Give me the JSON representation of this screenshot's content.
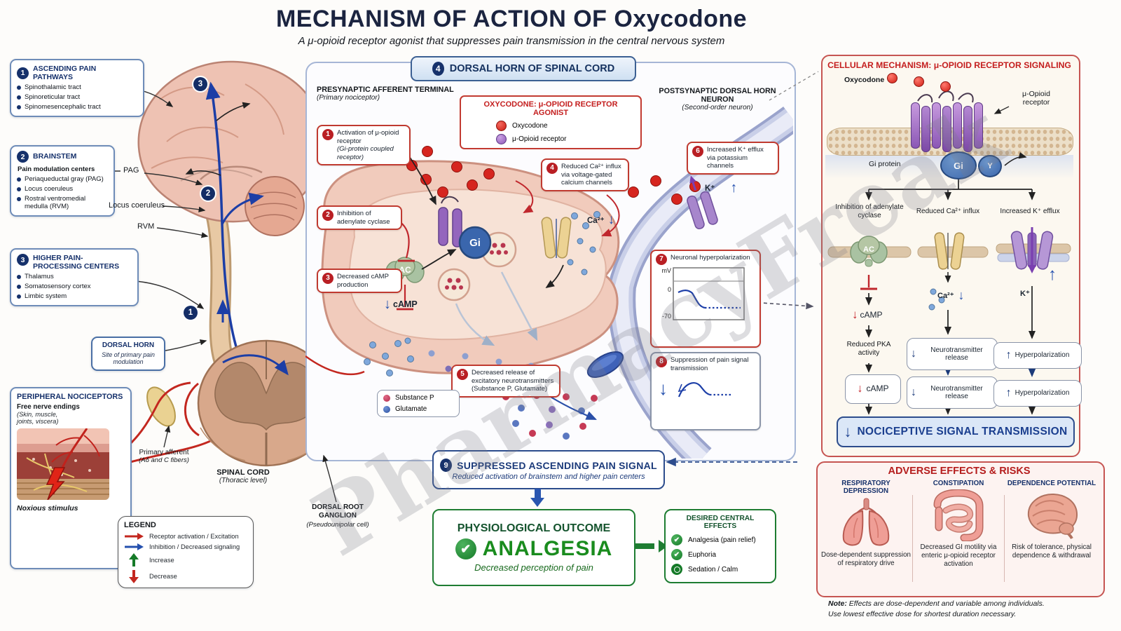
{
  "page": {
    "title": "MECHANISM OF ACTION OF Oxycodone",
    "subtitle": "A μ-opioid receptor agonist that suppresses pain transmission in the central nervous system",
    "watermark": "PharmacyFreak"
  },
  "glyphs": {
    "down": "↓",
    "up": "↑",
    "check": "✔"
  },
  "left": {
    "ascending": {
      "num": "1",
      "title": "ASCENDING PAIN PATHWAYS",
      "items": [
        "Spinothalamic tract",
        "Spinoreticular tract",
        "Spinomesencephalic tract"
      ]
    },
    "brainstem": {
      "num": "2",
      "title": "BRAINSTEM",
      "subtitle": "Pain modulation centers",
      "items": [
        "Periaqueductal gray (PAG)",
        "Locus coeruleus",
        "Rostral ventromedial medulla (RVM)"
      ]
    },
    "higher": {
      "num": "3",
      "title": "HIGHER PAIN-PROCESSING CENTERS",
      "items": [
        "Thalamus",
        "Somatosensory cortex",
        "Limbic system"
      ]
    },
    "dorsal_horn": {
      "title": "DORSAL HORN",
      "subtitle": "Site of primary pain modulation"
    },
    "peripheral": {
      "title": "PERIPHERAL NOCICEPTORS",
      "line1": "Free nerve endings",
      "line2": "(Skin, muscle,",
      "line3": "joints, viscera)",
      "caption": "Noxious stimulus"
    },
    "legend": {
      "title": "LEGEND",
      "items": [
        "Receptor activation / Excitation",
        "Inhibition / Decreased signaling",
        "Increase",
        "Decrease"
      ]
    },
    "anatomy": {
      "pag": "PAG",
      "locus": "Locus coeruleus",
      "rvm": "RVM",
      "afferent1": "Primary afferent",
      "afferent2": "(Aδ and C fibers)",
      "cord1": "SPINAL CORD",
      "cord2": "(Thoracic level)",
      "drg1": "DORSAL ROOT",
      "drg2": "GANGLION",
      "drg3": "(Pseudounipolar cell)",
      "m1": "1",
      "m2": "2",
      "m3": "3"
    }
  },
  "center": {
    "header": {
      "num": "4",
      "title": "DORSAL HORN OF SPINAL CORD"
    },
    "presynaptic1": "PRESYNAPTIC AFFERENT TERMINAL",
    "presynaptic2": "(Primary nociceptor)",
    "postsynaptic1": "POSTSYNAPTIC DORSAL HORN NEURON",
    "postsynaptic2": "(Second-order neuron)",
    "oxy_legend": {
      "title": "OXYCODONE: μ-OPIOID RECEPTOR AGONIST",
      "item1": "Oxycodone",
      "item2": "μ-Opioid receptor"
    },
    "steps": {
      "s1": {
        "num": "1",
        "text": "Activation of μ-opioid receptor",
        "note": "(Gi-protein coupled receptor)"
      },
      "s2": {
        "num": "2",
        "text": "Inhibition of adenylate cyclase"
      },
      "s3": {
        "num": "3",
        "text": "Decreased cAMP production"
      },
      "s4": {
        "num": "4",
        "text": "Reduced Ca²⁺ influx via voltage-gated calcium channels"
      },
      "s5": {
        "num": "5",
        "text": "Decreased release of excitatory neurotransmitters",
        "note": "(Substance P, Glutamate)"
      },
      "s6": {
        "num": "6",
        "text": "Increased K⁺ efflux via potassium channels"
      },
      "s7": {
        "num": "7",
        "text": "Neuronal hyperpolarization",
        "mv": "mV",
        "zero": "0",
        "minus70": "-70"
      },
      "s8": {
        "num": "8",
        "text": "Suppression of pain signal transmission"
      }
    },
    "labels": {
      "gi": "Gi",
      "ac": "AC",
      "camp": "cAMP",
      "ca": "Ca²⁺",
      "k": "K⁺"
    },
    "nt_legend": {
      "item1": "Substance P",
      "item2": "Glutamate"
    },
    "box9": {
      "num": "9",
      "title": "SUPPRESSED ASCENDING PAIN SIGNAL",
      "subtitle": "Reduced activation of brainstem and higher pain centers"
    }
  },
  "outcome": {
    "title": "PHYSIOLOGICAL OUTCOME",
    "main": "ANALGESIA",
    "subtitle": "Decreased perception of pain"
  },
  "desired": {
    "title": "DESIRED CENTRAL EFFECTS",
    "items": [
      "Analgesia (pain relief)",
      "Euphoria",
      "Sedation / Calm"
    ]
  },
  "cellular": {
    "title": "CELLULAR MECHANISM: μ-OPIOID RECEPTOR SIGNALING",
    "oxycodone": "Oxycodone",
    "receptor1": "μ-Opioid",
    "receptor2": "receptor",
    "gi_protein": "Gi protein",
    "gi": "Gi",
    "gamma": "Y",
    "col1": "Inhibition of adenylate cyclase",
    "col2": "Reduced Ca²⁺ influx",
    "col3": "Increased K⁺ efflux",
    "ac": "AC",
    "camp": "cAMP",
    "ca": "Ca²⁺",
    "k": "K⁺",
    "pka": "Reduced PKA activity",
    "camp_box": "cAMP",
    "nt_box": "Neurotransmitter release",
    "hyper_box": "Hyperpolarization",
    "final": "NOCICEPTIVE SIGNAL TRANSMISSION"
  },
  "adverse": {
    "title": "ADVERSE EFFECTS & RISKS",
    "col1": {
      "header": "RESPIRATORY DEPRESSION",
      "caption": "Dose-dependent suppression of respiratory drive"
    },
    "col2": {
      "header": "CONSTIPATION",
      "caption": "Decreased GI motility via enteric μ-opioid receptor activation"
    },
    "col3": {
      "header": "DEPENDENCE POTENTIAL",
      "caption": "Risk of tolerance, physical dependence & withdrawal"
    },
    "note_label": "Note:",
    "note1": "Effects are dose-dependent and variable among individuals.",
    "note2": "Use lowest effective dose for shortest duration necessary."
  }
}
